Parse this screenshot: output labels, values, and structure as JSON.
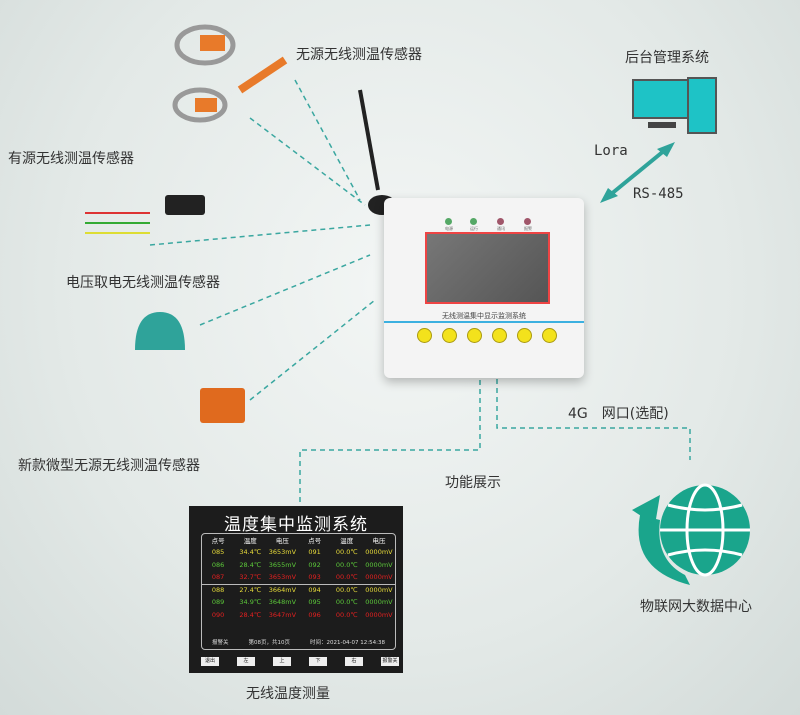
{
  "labels": {
    "passive": "无源无线测温传感器",
    "active": "有源无线测温传感器",
    "voltage": "电压取电无线测温传感器",
    "micro": "新款微型无源无线测温传感器",
    "backend": "后台管理系统",
    "lora": "Lora",
    "rs485": "RS-485",
    "network": "4G　网口(选配)",
    "function": "功能展示",
    "iot": "物联网大数据中心",
    "measure": "无线温度测量"
  },
  "device": {
    "title": "无线测温集中显示监测系统",
    "leds": [
      "电源",
      "运行",
      "通讯",
      "报警"
    ],
    "led_colors": [
      "#55a866",
      "#55a866",
      "#a0566a",
      "#a0566a"
    ]
  },
  "panel": {
    "title": "温度集中监测系统",
    "headers": [
      "点号",
      "温度",
      "电压",
      "点号",
      "温度",
      "电压"
    ],
    "rows": [
      {
        "c": "y",
        "v": [
          "085",
          "34.4℃",
          "3653mV",
          "091",
          "00.0℃",
          "0000mV"
        ]
      },
      {
        "c": "g",
        "v": [
          "086",
          "28.4℃",
          "3655mV",
          "092",
          "00.0℃",
          "0000mV"
        ]
      },
      {
        "c": "r",
        "v": [
          "087",
          "32.7℃",
          "3653mV",
          "093",
          "00.0℃",
          "0000mV"
        ]
      },
      {
        "c": "y",
        "v": [
          "088",
          "27.4℃",
          "3664mV",
          "094",
          "00.0℃",
          "0000mV"
        ]
      },
      {
        "c": "g",
        "v": [
          "089",
          "34.9℃",
          "3648mV",
          "095",
          "00.0℃",
          "0000mV"
        ]
      },
      {
        "c": "r",
        "v": [
          "090",
          "28.4℃",
          "3647mV",
          "096",
          "00.0℃",
          "0000mV"
        ]
      }
    ],
    "footer": [
      "报警关",
      "第08页，共10页",
      "时间：2021-04-07 12:54:38"
    ],
    "buttons": [
      "退出",
      "左",
      "上",
      "下",
      "右",
      "报警关"
    ]
  }
}
